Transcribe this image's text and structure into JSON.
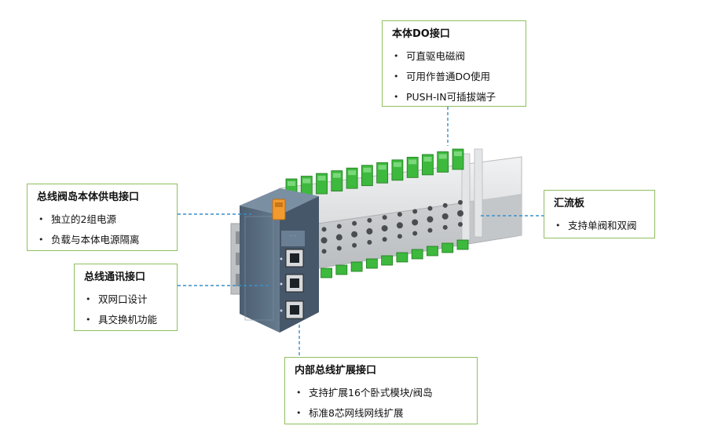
{
  "callouts": {
    "do_interface": {
      "title": "本体DO接口",
      "items": [
        "可直驱电磁阀",
        "可用作普通DO使用",
        "PUSH-IN可插拔端子"
      ]
    },
    "power_interface": {
      "title": "总线阀岛本体供电接口",
      "items": [
        "独立的2组电源",
        "负载与本体电源隔离"
      ]
    },
    "bus_comm": {
      "title": "总线通讯接口",
      "items": [
        "双网口设计",
        "具交换机功能"
      ]
    },
    "busbar": {
      "title": "汇流板",
      "items": [
        "支持单阀和双阀"
      ]
    },
    "internal_bus": {
      "title": "内部总线扩展接口",
      "items": [
        "支持扩展16个卧式模块/阀岛",
        "标准8芯网线网线扩展"
      ]
    }
  },
  "colors": {
    "callout_border": "#8fbf5f",
    "leader_line": "#3a8fc9",
    "terminal_green": "#3db93d",
    "module_slate": "#5b6f82",
    "manifold_gray": "#d2d4d6"
  }
}
